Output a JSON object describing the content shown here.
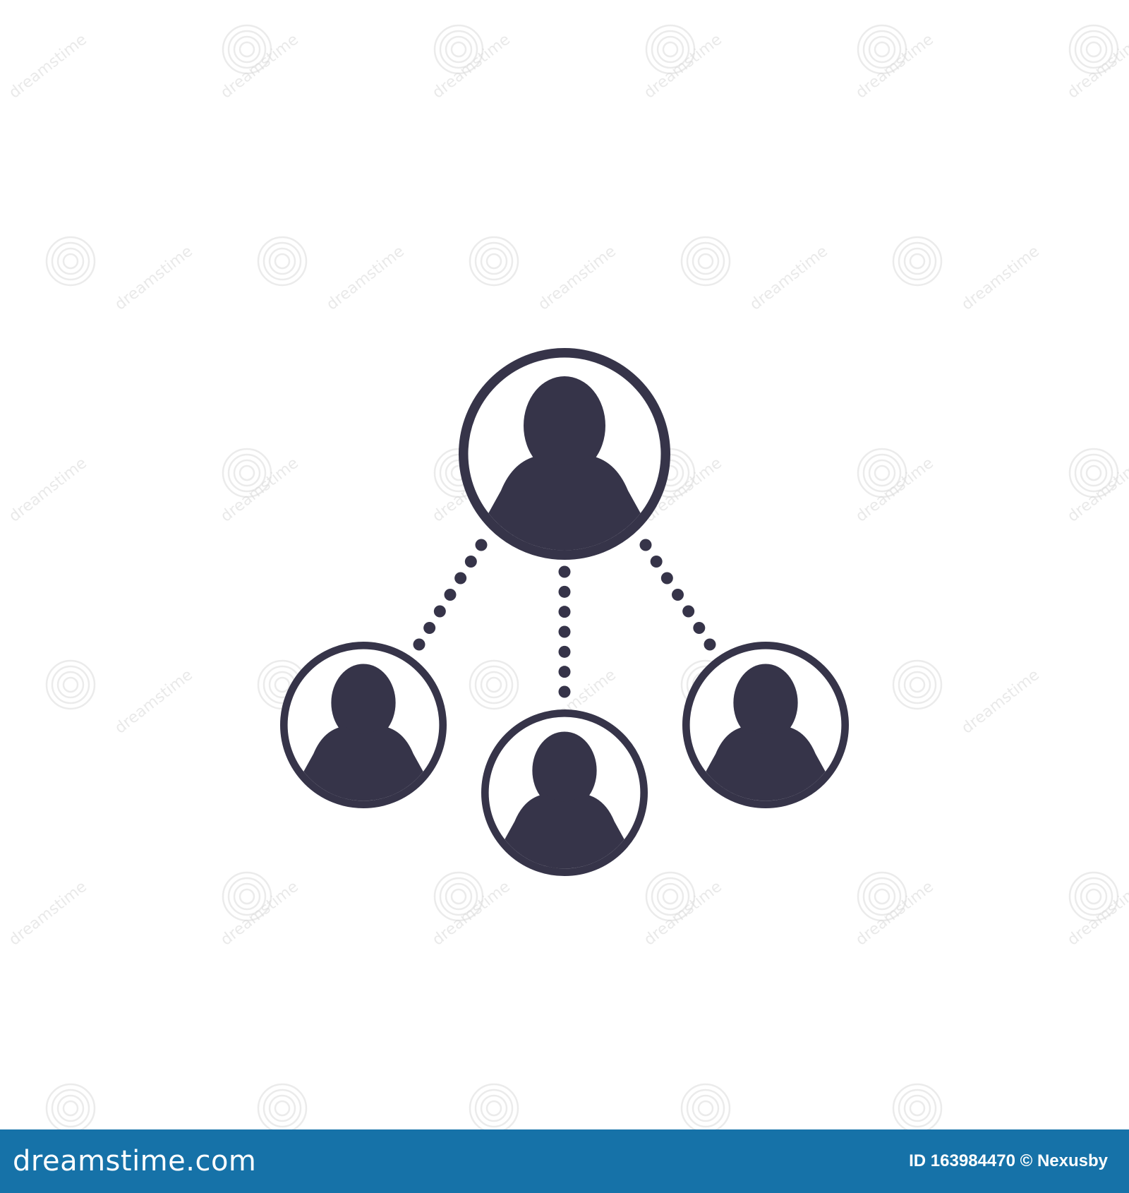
{
  "illustration": {
    "icon_color": "#363449",
    "background": "#ffffff",
    "nodes": [
      {
        "role": "parent",
        "icon": "person-icon"
      },
      {
        "role": "child-left",
        "icon": "person-icon"
      },
      {
        "role": "child-center",
        "icon": "person-icon"
      },
      {
        "role": "child-right",
        "icon": "person-icon"
      }
    ],
    "connector_style": "dotted"
  },
  "watermark": {
    "text": "dreamstime",
    "icon": "spiral-logo-icon",
    "color": "#dcdcdc"
  },
  "footer": {
    "background": "#1672a8",
    "brand": "dreamstime.com",
    "stock_info": "ID 163984470 © Nexusby"
  }
}
